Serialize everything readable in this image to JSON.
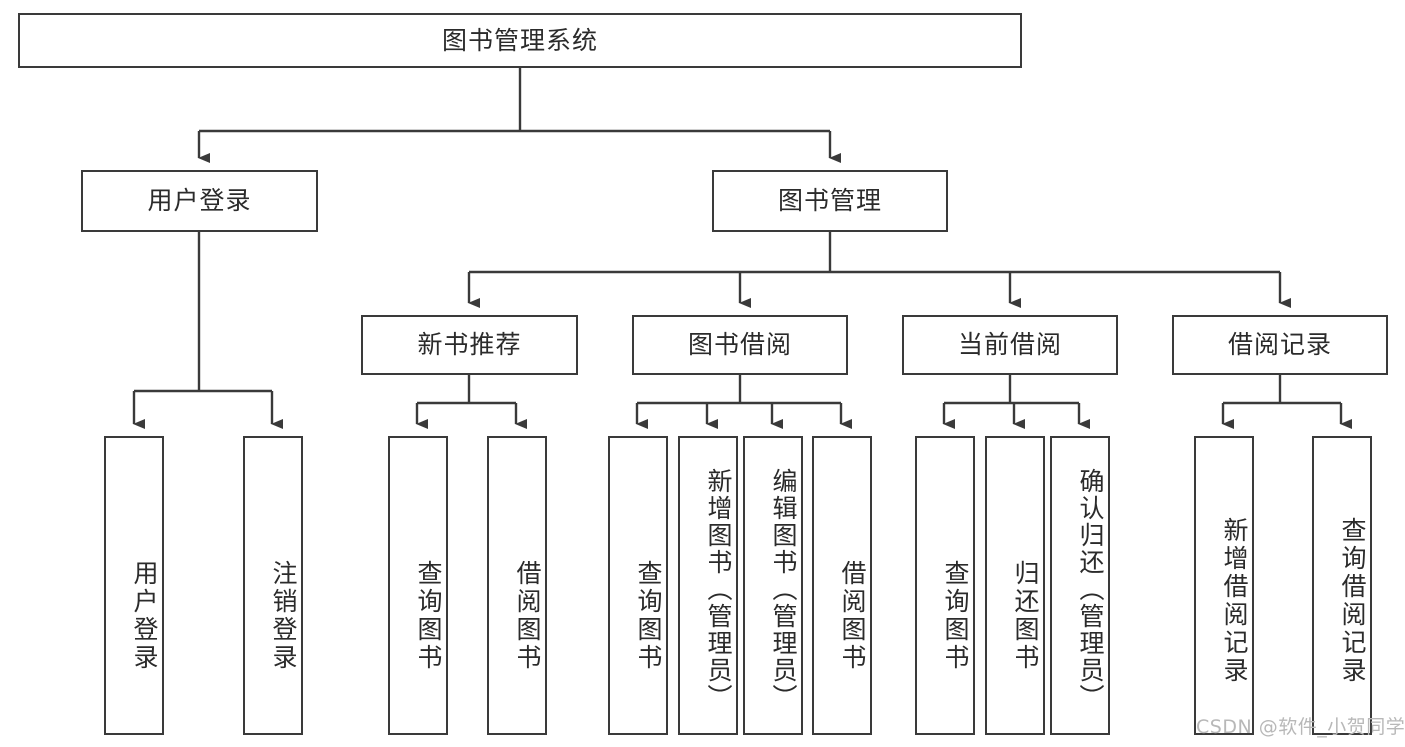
{
  "diagram": {
    "title": "图书管理系统",
    "type": "hierarchy-tree",
    "root": {
      "id": "root",
      "label": "图书管理系统"
    },
    "level2": [
      {
        "id": "user-login",
        "label": "用户登录"
      },
      {
        "id": "book-manage",
        "label": "图书管理"
      }
    ],
    "level3": [
      {
        "id": "new-book-recommend",
        "label": "新书推荐"
      },
      {
        "id": "book-borrow",
        "label": "图书借阅"
      },
      {
        "id": "current-borrow",
        "label": "当前借阅"
      },
      {
        "id": "borrow-record",
        "label": "借阅记录"
      }
    ],
    "leaves": [
      {
        "id": "leaf-user-login",
        "label": "用户登录"
      },
      {
        "id": "leaf-logout-login",
        "label": "注销登录"
      },
      {
        "id": "leaf-query-book-1",
        "label": "查询图书"
      },
      {
        "id": "leaf-borrow-book-1",
        "label": "借阅图书"
      },
      {
        "id": "leaf-query-book-2",
        "label": "查询图书"
      },
      {
        "id": "leaf-add-book-admin",
        "label": "新增图书（管理员）"
      },
      {
        "id": "leaf-edit-book-admin",
        "label": "编辑图书（管理员）"
      },
      {
        "id": "leaf-borrow-book-2",
        "label": "借阅图书"
      },
      {
        "id": "leaf-query-book-3",
        "label": "查询图书"
      },
      {
        "id": "leaf-return-book",
        "label": "归还图书"
      },
      {
        "id": "leaf-confirm-return-admin",
        "label": "确认归还（管理员）"
      },
      {
        "id": "leaf-add-borrow-record",
        "label": "新增借阅记录"
      },
      {
        "id": "leaf-query-borrow-record",
        "label": "查询借阅记录"
      }
    ]
  },
  "watermark": {
    "text": "CSDN @软件_小贺同学"
  },
  "colors": {
    "border": "#3a3a3a",
    "text": "#2b2b2b",
    "background": "#ffffff",
    "watermark": "#b8b8b8"
  }
}
